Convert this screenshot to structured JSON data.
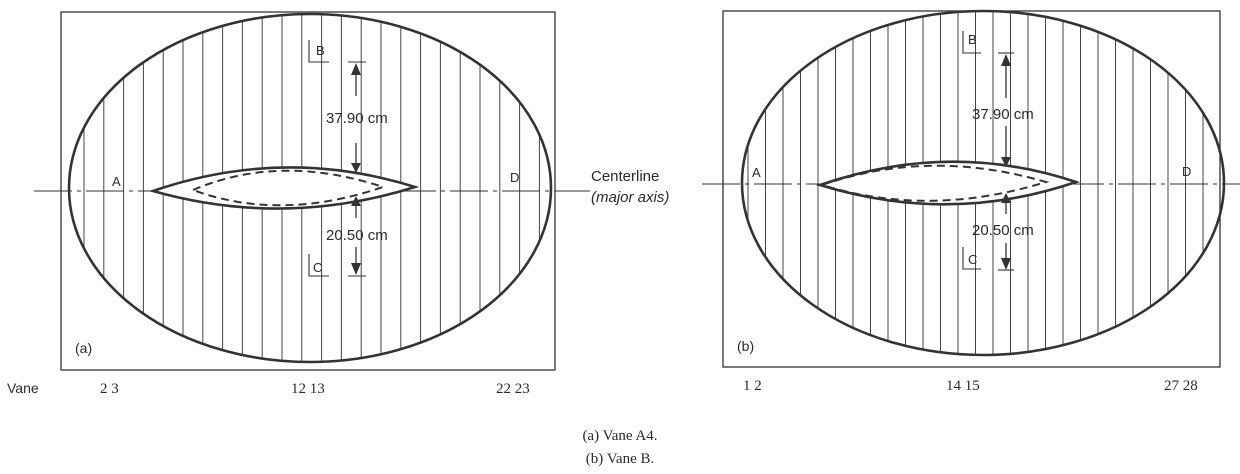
{
  "panels": [
    {
      "id": "a",
      "tag": "(a)",
      "point_labels": {
        "A": "A",
        "B": "B",
        "C": "C",
        "D": "D"
      },
      "dimension_upper": "37.90 cm",
      "dimension_lower": "20.50 cm",
      "vane_numbers": [
        "2 3",
        "12 13",
        "22 23"
      ]
    },
    {
      "id": "b",
      "tag": "(b)",
      "point_labels": {
        "A": "A",
        "B": "B",
        "C": "C",
        "D": "D"
      },
      "dimension_upper": "37.90 cm",
      "dimension_lower": "20.50 cm",
      "vane_numbers": [
        "1 2",
        "14 15",
        "27 28"
      ]
    }
  ],
  "vane_row_label": "Vane",
  "centerline_label": "Centerline",
  "major_axis_label": "(major axis)",
  "captions": [
    "(a) Vane A4.",
    "(b) Vane B."
  ]
}
